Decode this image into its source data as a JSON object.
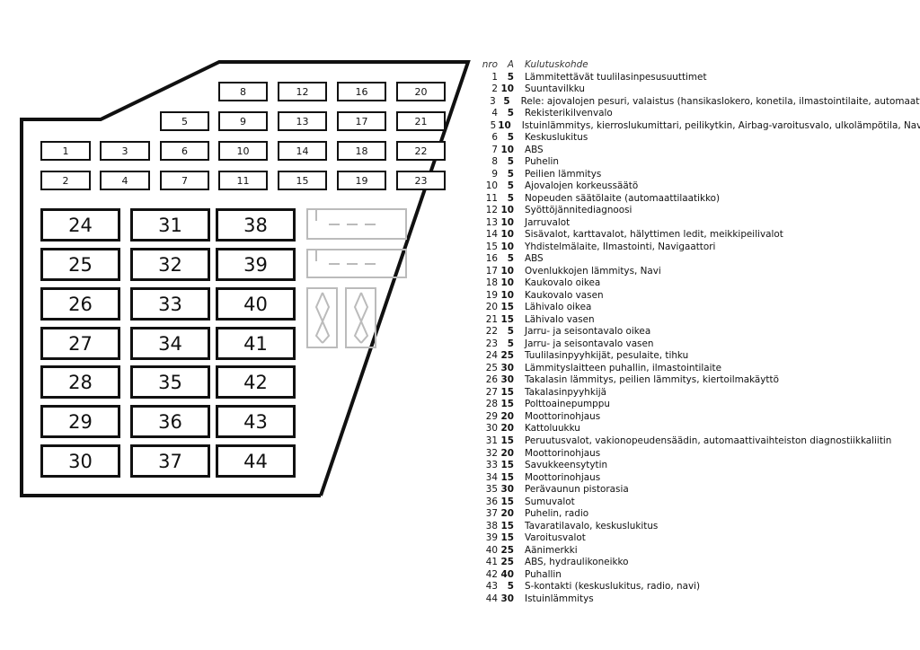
{
  "headers": {
    "nro": "nro",
    "a": "A",
    "item": "Kulutuskohde"
  },
  "fuses": [
    {
      "n": "1",
      "a": "5",
      "item": "Lämmitettävät tuulilasinpesusuuttimet"
    },
    {
      "n": "2",
      "a": "10",
      "item": "Suuntavilkku"
    },
    {
      "n": "3",
      "a": "5",
      "item": "Rele: ajovalojen pesuri, valaistus (hansikaslokero, konetila, ilmastointilaite, automaattivaihteisto"
    },
    {
      "n": "4",
      "a": "5",
      "item": "Rekisterikilvenvalo"
    },
    {
      "n": "5",
      "a": "10",
      "item": "Istuinlämmitys, kierroslukumittari, peilikytkin, Airbag-varoitusvalo, ulkolämpötila, Navi, peruu"
    },
    {
      "n": "6",
      "a": "5",
      "item": "Keskuslukitus"
    },
    {
      "n": "7",
      "a": "10",
      "item": "ABS"
    },
    {
      "n": "8",
      "a": "5",
      "item": "Puhelin"
    },
    {
      "n": "9",
      "a": "5",
      "item": "Peilien lämmitys"
    },
    {
      "n": "10",
      "a": "5",
      "item": "Ajovalojen korkeussäätö"
    },
    {
      "n": "11",
      "a": "5",
      "item": "Nopeuden säätölaite (automaattilaatikko)"
    },
    {
      "n": "12",
      "a": "10",
      "item": "Syöttöjännitediagnoosi"
    },
    {
      "n": "13",
      "a": "10",
      "item": "Jarruvalot"
    },
    {
      "n": "14",
      "a": "10",
      "item": "Sisävalot, karttavalot, hälyttimen ledit, meikkipeilivalot"
    },
    {
      "n": "15",
      "a": "10",
      "item": "Yhdistelmälaite, Ilmastointi, Navigaattori"
    },
    {
      "n": "16",
      "a": "5",
      "item": "ABS"
    },
    {
      "n": "17",
      "a": "10",
      "item": "Ovenlukkojen lämmitys, Navi"
    },
    {
      "n": "18",
      "a": "10",
      "item": "Kaukovalo oikea"
    },
    {
      "n": "19",
      "a": "10",
      "item": "Kaukovalo vasen"
    },
    {
      "n": "20",
      "a": "15",
      "item": "Lähivalo oikea"
    },
    {
      "n": "21",
      "a": "15",
      "item": "Lähivalo vasen"
    },
    {
      "n": "22",
      "a": "5",
      "item": "Jarru- ja seisontavalo oikea"
    },
    {
      "n": "23",
      "a": "5",
      "item": "Jarru- ja seisontavalo vasen"
    },
    {
      "n": "24",
      "a": "25",
      "item": "Tuulilasinpyyhkijät, pesulaite, tihku"
    },
    {
      "n": "25",
      "a": "30",
      "item": "Lämmityslaitteen puhallin, ilmastointilaite"
    },
    {
      "n": "26",
      "a": "30",
      "item": "Takalasin lämmitys, peilien lämmitys, kiertoilmakäyttö"
    },
    {
      "n": "27",
      "a": "15",
      "item": "Takalasinpyyhkijä"
    },
    {
      "n": "28",
      "a": "15",
      "item": "Polttoainepumppu"
    },
    {
      "n": "29",
      "a": "20",
      "item": "Moottorinohjaus"
    },
    {
      "n": "30",
      "a": "20",
      "item": "Kattoluukku"
    },
    {
      "n": "31",
      "a": "15",
      "item": "Peruutusvalot, vakionopeudensäädin, automaattivaihteiston diagnostiikkaliitin"
    },
    {
      "n": "32",
      "a": "20",
      "item": "Moottorinohjaus"
    },
    {
      "n": "33",
      "a": "15",
      "item": "Savukkeensytytin"
    },
    {
      "n": "34",
      "a": "15",
      "item": "Moottorinohjaus"
    },
    {
      "n": "35",
      "a": "30",
      "item": "Perävaunun pistorasia"
    },
    {
      "n": "36",
      "a": "15",
      "item": "Sumuvalot"
    },
    {
      "n": "37",
      "a": "20",
      "item": "Puhelin, radio"
    },
    {
      "n": "38",
      "a": "15",
      "item": "Tavaratilavalo, keskuslukitus"
    },
    {
      "n": "39",
      "a": "15",
      "item": "Varoitusvalot"
    },
    {
      "n": "40",
      "a": "25",
      "item": "Äänimerkki"
    },
    {
      "n": "41",
      "a": "25",
      "item": "ABS, hydraulikoneikko"
    },
    {
      "n": "42",
      "a": "40",
      "item": "Puhallin"
    },
    {
      "n": "43",
      "a": "5",
      "item": "S-kontakti (keskuslukitus, radio, navi)"
    },
    {
      "n": "44",
      "a": "30",
      "item": "Istuinlämmitys"
    }
  ],
  "colors": {
    "outline": "#111111",
    "empty_slot": "#bbbbbb"
  }
}
